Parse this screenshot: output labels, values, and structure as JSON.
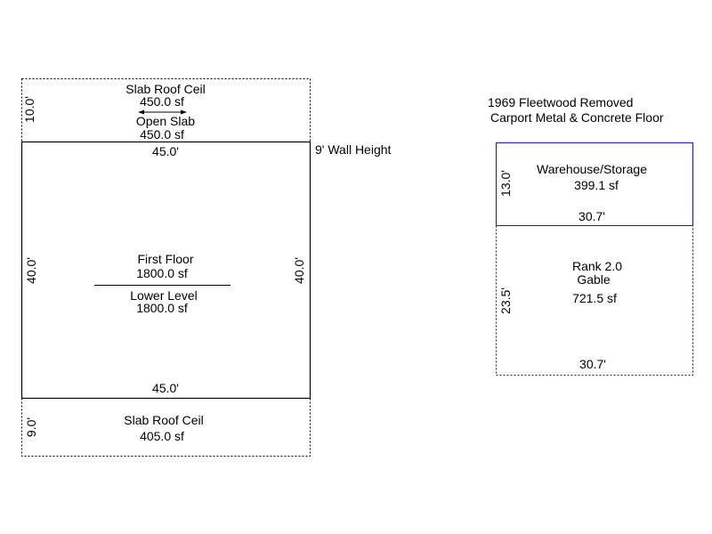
{
  "main_building": {
    "top_addition": {
      "line1": "Slab Roof Ceil",
      "line2": "450.0 sf",
      "line3": "Open Slab",
      "line4": "450.0 sf",
      "side_dim": "10.0'"
    },
    "first_floor": {
      "name": "First Floor",
      "area": "1800.0 sf",
      "lower_name": "Lower Level",
      "lower_area": "1800.0 sf",
      "top_dim": "45.0'",
      "bottom_dim": "45.0'",
      "left_dim": "40.0'",
      "right_dim": "40.0'",
      "wall_height": "9' Wall Height"
    },
    "bottom_addition": {
      "name": "Slab Roof Ceil",
      "area": "405.0 sf",
      "side_dim": "9.0'"
    }
  },
  "outbuilding": {
    "title_line1": "1969 Fleetwood Removed",
    "title_line2": "Carport Metal & Concrete Floor",
    "warehouse": {
      "name": "Warehouse/Storage",
      "area": "399.1 sf",
      "side_dim": "13.0'",
      "bottom_dim": "30.7'"
    },
    "gable": {
      "line1": "Rank 2.0",
      "line2": "Gable",
      "area": "721.5 sf",
      "side_dim": "23.5'",
      "bottom_dim": "30.7'"
    }
  },
  "colors": {
    "solid_outline": "#000000",
    "dotted_outline": "#000000",
    "warehouse_outline": "#1a1aa6"
  }
}
